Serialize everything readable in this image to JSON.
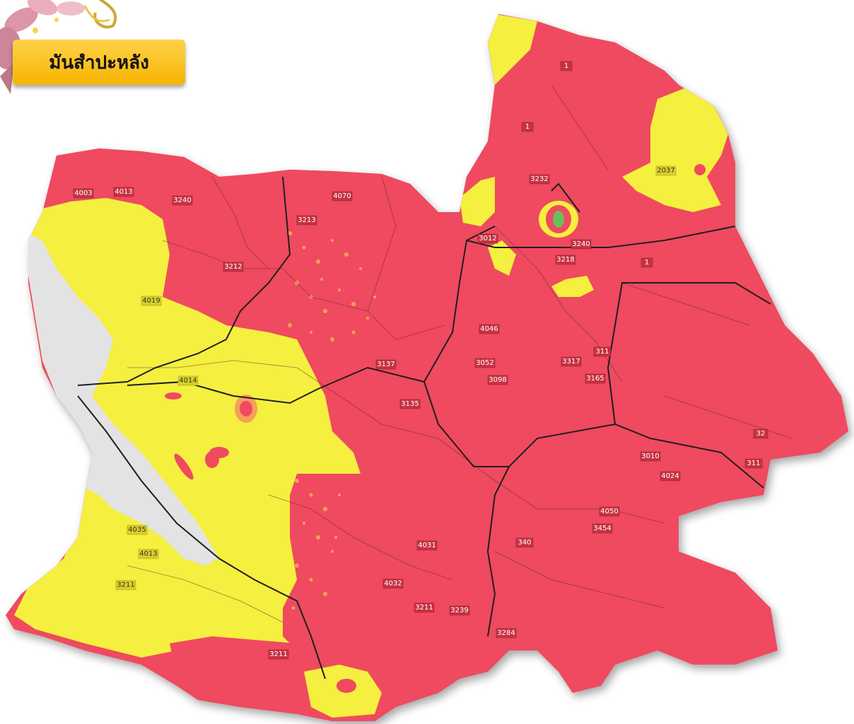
{
  "title": "มันสำปะหลัง",
  "colors": {
    "highly_suitable": "#ef4a5f",
    "moderately_suitable": "#f5ef3f",
    "marginal": "#f5a05a",
    "unsuitable_water": "#e3e3e3",
    "title_badge": "#f6b400",
    "boundary": "#1f1f1f"
  },
  "road_labels": [
    "4003",
    "4013",
    "3240",
    "4070",
    "3213",
    "3212",
    "1",
    "1",
    "1",
    "3232",
    "3012",
    "2037",
    "3218",
    "3240",
    "4046",
    "4019",
    "4014",
    "3052",
    "3098",
    "3137",
    "3135",
    "3165",
    "311",
    "3317",
    "3010",
    "4024",
    "4050",
    "3454",
    "340",
    "4031",
    "4032",
    "3211",
    "4035",
    "4013",
    "3211",
    "3239",
    "3284",
    "32",
    "311",
    "3211"
  ]
}
